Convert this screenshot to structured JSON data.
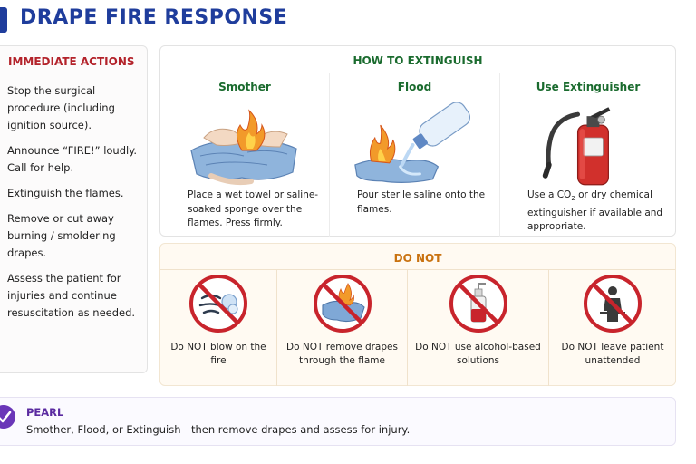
{
  "header": {
    "title": "DRAPE FIRE RESPONSE"
  },
  "immediate": {
    "title": "IMMEDIATE ACTIONS",
    "items": [
      "Stop the surgical procedure (including ignition source).",
      "Announce “FIRE!” loudly. Call for help.",
      "Extinguish the flames.",
      "Remove or cut away burning / smoldering drapes.",
      "Assess the patient for injuries and continue resuscitation as needed."
    ]
  },
  "extinguish": {
    "title": "HOW TO EXTINGUISH",
    "methods": [
      {
        "title": "Smother",
        "icon": "wet-towel-smother-icon",
        "desc": "Place a wet towel or saline-soaked sponge over the flames. Press firmly."
      },
      {
        "title": "Flood",
        "icon": "saline-pour-icon",
        "desc": "Pour sterile saline onto the flames."
      },
      {
        "title": "Use Extinguisher",
        "icon": "fire-extinguisher-icon",
        "desc_pre": "Use a CO",
        "desc_sub": "2",
        "desc_post": " or dry chemical extinguisher if available and appropriate."
      }
    ]
  },
  "donot": {
    "title": "DO NOT",
    "items": [
      {
        "label": "Do NOT blow on the fire",
        "icon": "no-blowing-icon"
      },
      {
        "label": "Do NOT remove drapes through the flame",
        "icon": "no-remove-drapes-icon"
      },
      {
        "label": "Do NOT use alcohol-based solutions",
        "icon": "no-alcohol-icon"
      },
      {
        "label": "Do NOT leave patient unattended",
        "icon": "no-leave-patient-icon"
      }
    ]
  },
  "pearl": {
    "title": "PEARL",
    "text": "Smother, Flood, or Extinguish—then remove drapes and assess for injury."
  },
  "colors": {
    "header": "#1f3d9c",
    "immediate": "#b3222a",
    "extinguish": "#1a6b2e",
    "donot": "#c97210",
    "pearl": "#5a2aa0",
    "prohibit": "#c8242c"
  }
}
